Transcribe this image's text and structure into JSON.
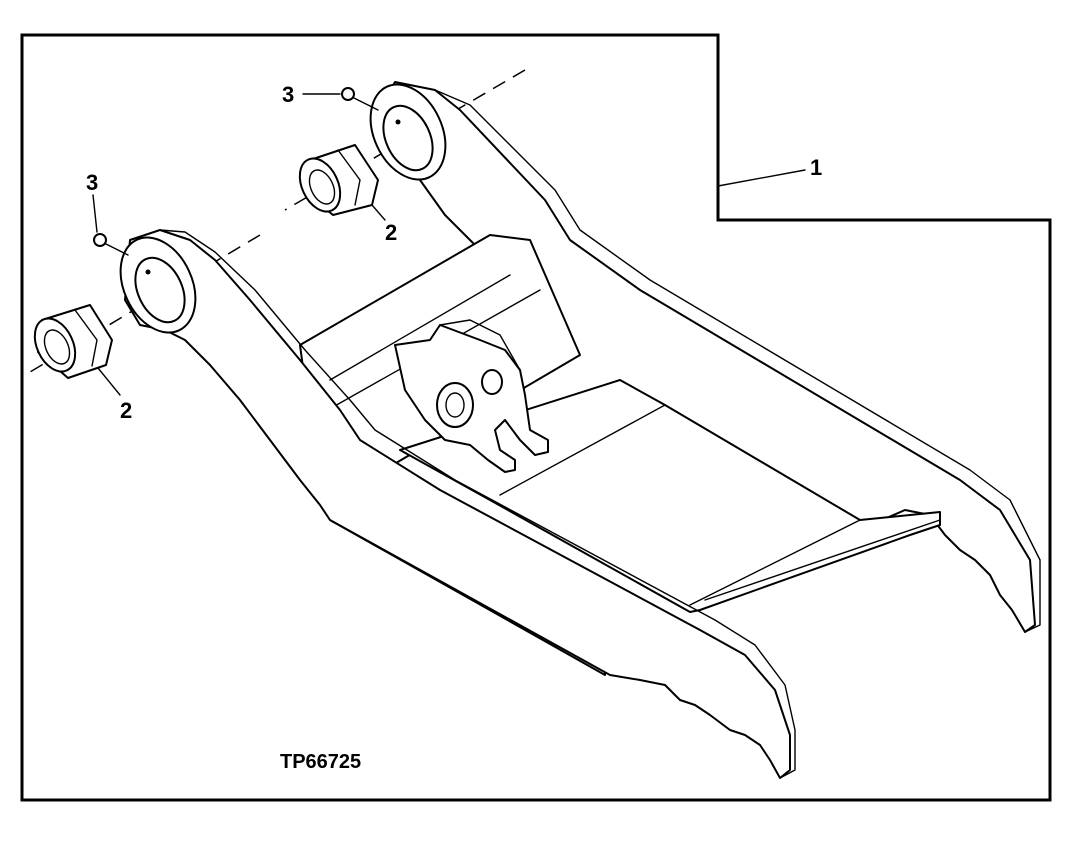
{
  "figure": {
    "id": "TP66725"
  },
  "callouts": {
    "boom": "1",
    "bushing_lower": "2",
    "bushing_upper": "2",
    "fitting_upper": "3",
    "fitting_lower": "3"
  },
  "colors": {
    "line": "#000000",
    "background": "#ffffff"
  }
}
